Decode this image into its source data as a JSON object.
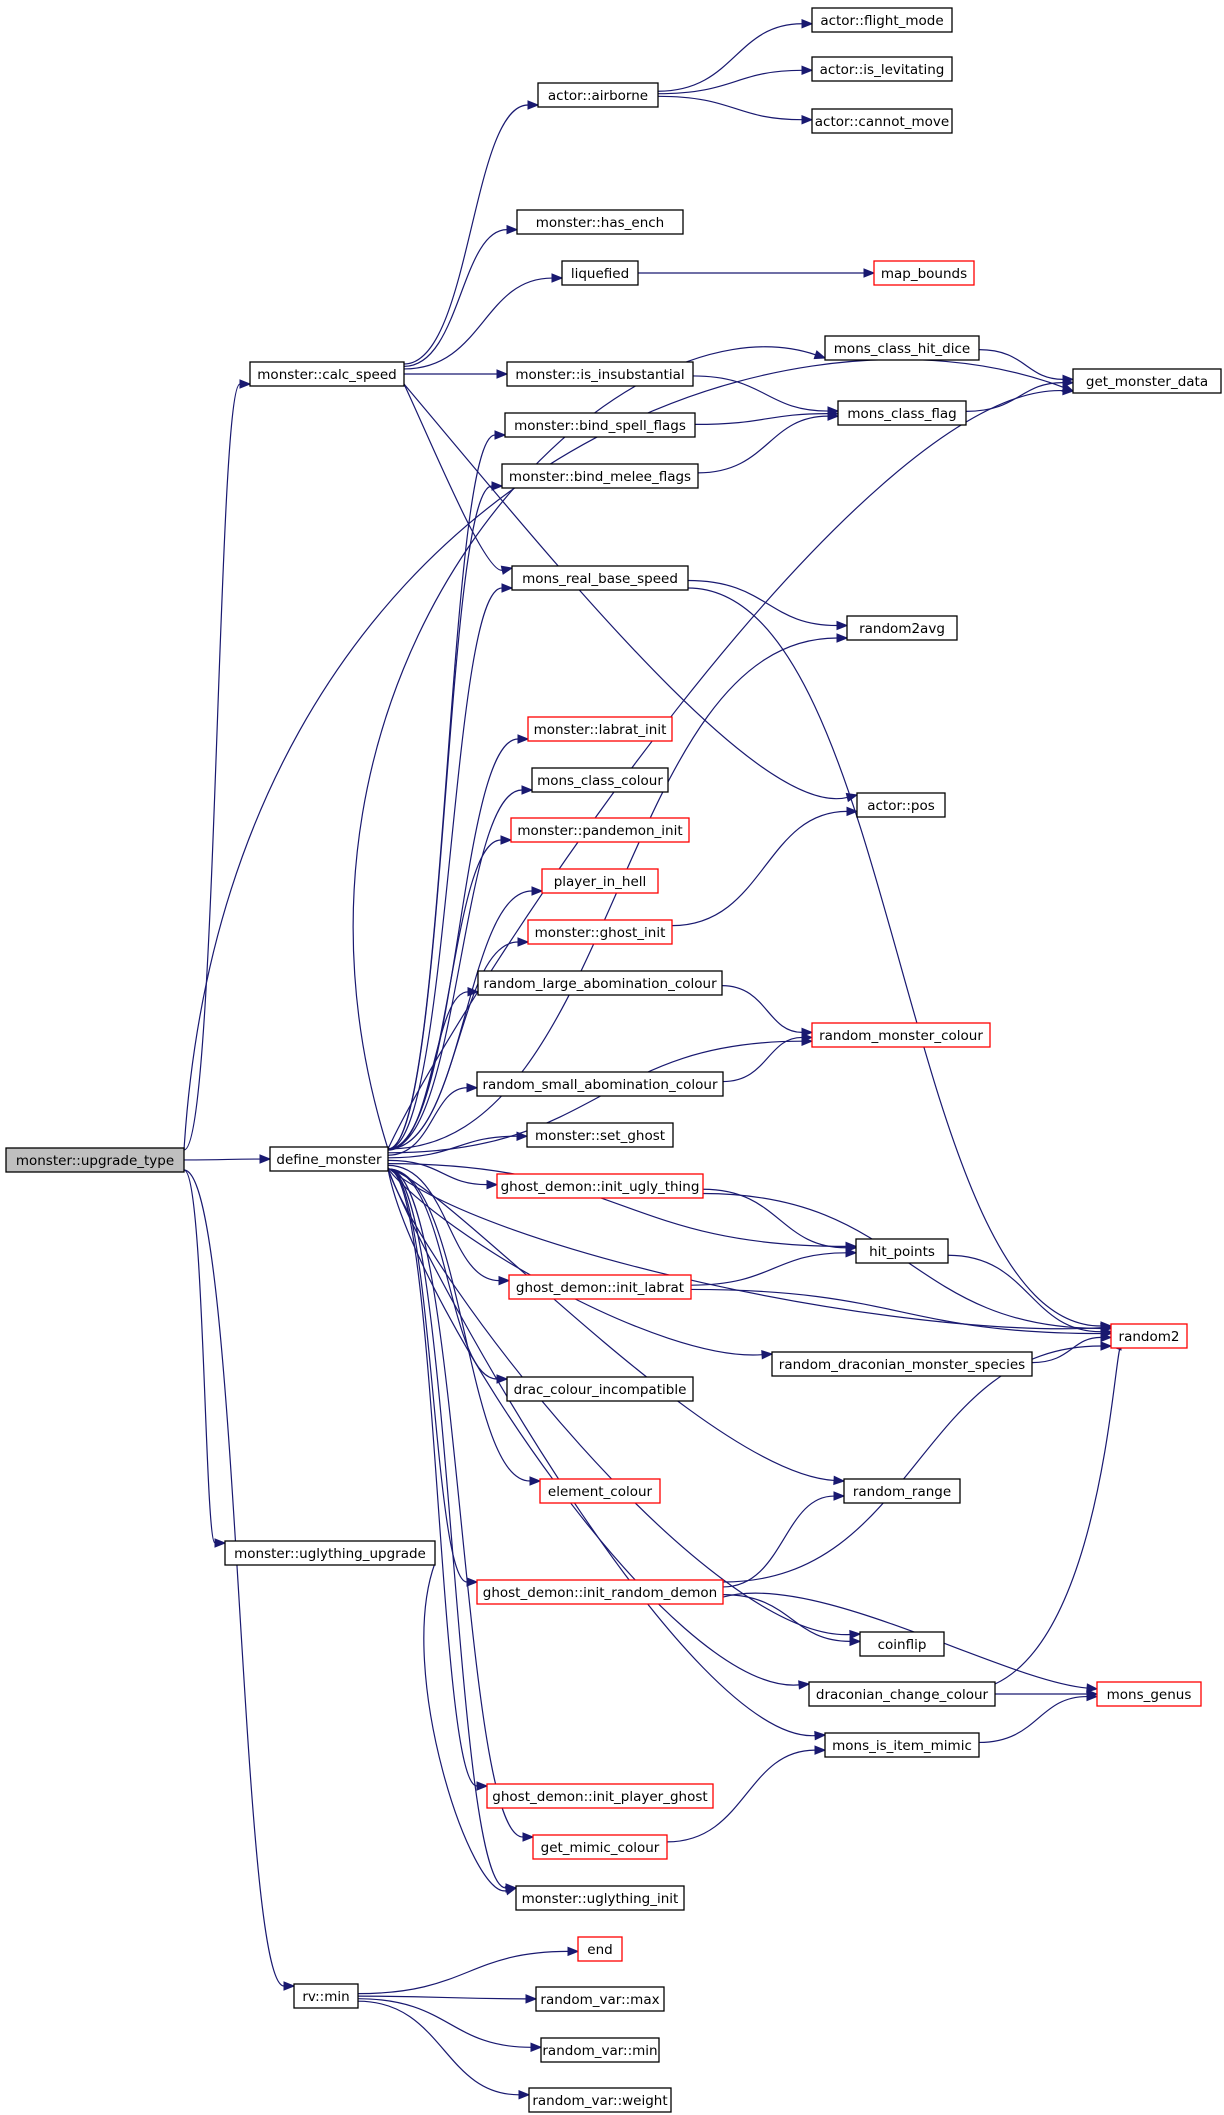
{
  "colors": {
    "edge": "#191970",
    "truncated_border": "#ff0000",
    "node_border": "#000000",
    "root_fill": "#bfbfbf"
  },
  "nodes": {
    "upgrade_type": {
      "label": "monster::upgrade_type",
      "truncated": false,
      "root": true
    },
    "calc_speed": {
      "label": "monster::calc_speed",
      "truncated": false
    },
    "define_monster": {
      "label": "define_monster",
      "truncated": false
    },
    "uglything_upgrade": {
      "label": "monster::uglything_upgrade",
      "truncated": false
    },
    "rv_min": {
      "label": "rv::min",
      "truncated": false
    },
    "airborne": {
      "label": "actor::airborne",
      "truncated": false
    },
    "flight_mode": {
      "label": "actor::flight_mode",
      "truncated": false
    },
    "is_levitating": {
      "label": "actor::is_levitating",
      "truncated": false
    },
    "cannot_move": {
      "label": "actor::cannot_move",
      "truncated": false
    },
    "has_ench": {
      "label": "monster::has_ench",
      "truncated": false
    },
    "liquefied": {
      "label": "liquefied",
      "truncated": false
    },
    "map_bounds": {
      "label": "map_bounds",
      "truncated": true
    },
    "hit_dice": {
      "label": "mons_class_hit_dice",
      "truncated": false
    },
    "get_monster_data": {
      "label": "get_monster_data",
      "truncated": false
    },
    "is_insubstantial": {
      "label": "monster::is_insubstantial",
      "truncated": false
    },
    "class_flag": {
      "label": "mons_class_flag",
      "truncated": false
    },
    "bind_spell": {
      "label": "monster::bind_spell_flags",
      "truncated": false
    },
    "bind_melee": {
      "label": "monster::bind_melee_flags",
      "truncated": false
    },
    "real_base_speed": {
      "label": "mons_real_base_speed",
      "truncated": false
    },
    "random2avg": {
      "label": "random2avg",
      "truncated": false
    },
    "labrat_init": {
      "label": "monster::labrat_init",
      "truncated": true
    },
    "class_colour": {
      "label": "mons_class_colour",
      "truncated": false
    },
    "actor_pos": {
      "label": "actor::pos",
      "truncated": false
    },
    "pandemon_init": {
      "label": "monster::pandemon_init",
      "truncated": true
    },
    "player_in_hell": {
      "label": "player_in_hell",
      "truncated": true
    },
    "ghost_init": {
      "label": "monster::ghost_init",
      "truncated": true
    },
    "large_abom": {
      "label": "random_large_abomination_colour",
      "truncated": false
    },
    "random_monster_colour": {
      "label": "random_monster_colour",
      "truncated": true
    },
    "small_abom": {
      "label": "random_small_abomination_colour",
      "truncated": false
    },
    "set_ghost": {
      "label": "monster::set_ghost",
      "truncated": false
    },
    "init_ugly": {
      "label": "ghost_demon::init_ugly_thing",
      "truncated": true
    },
    "hit_points": {
      "label": "hit_points",
      "truncated": false
    },
    "init_labrat": {
      "label": "ghost_demon::init_labrat",
      "truncated": true
    },
    "random2": {
      "label": "random2",
      "truncated": true
    },
    "draconian_species": {
      "label": "random_draconian_monster_species",
      "truncated": false
    },
    "drac_incompat": {
      "label": "drac_colour_incompatible",
      "truncated": false
    },
    "element_colour": {
      "label": "element_colour",
      "truncated": true
    },
    "random_range": {
      "label": "random_range",
      "truncated": false
    },
    "init_random_demon": {
      "label": "ghost_demon::init_random_demon",
      "truncated": true
    },
    "coinflip": {
      "label": "coinflip",
      "truncated": false
    },
    "drac_change": {
      "label": "draconian_change_colour",
      "truncated": false
    },
    "mons_genus": {
      "label": "mons_genus",
      "truncated": true
    },
    "item_mimic": {
      "label": "mons_is_item_mimic",
      "truncated": false
    },
    "init_player_ghost": {
      "label": "ghost_demon::init_player_ghost",
      "truncated": true
    },
    "get_mimic_colour": {
      "label": "get_mimic_colour",
      "truncated": true
    },
    "uglything_init": {
      "label": "monster::uglything_init",
      "truncated": false
    },
    "end": {
      "label": "end",
      "truncated": true
    },
    "rv_max": {
      "label": "random_var::max",
      "truncated": false
    },
    "rvar_min": {
      "label": "random_var::min",
      "truncated": false
    },
    "rv_weight": {
      "label": "random_var::weight",
      "truncated": false
    }
  },
  "edges": [
    [
      "upgrade_type",
      "calc_speed"
    ],
    [
      "upgrade_type",
      "define_monster"
    ],
    [
      "upgrade_type",
      "uglything_upgrade"
    ],
    [
      "upgrade_type",
      "rv_min"
    ],
    [
      "upgrade_type",
      "get_monster_data"
    ],
    [
      "calc_speed",
      "airborne"
    ],
    [
      "calc_speed",
      "has_ench"
    ],
    [
      "calc_speed",
      "liquefied"
    ],
    [
      "calc_speed",
      "is_insubstantial"
    ],
    [
      "calc_speed",
      "real_base_speed"
    ],
    [
      "calc_speed",
      "actor_pos"
    ],
    [
      "airborne",
      "flight_mode"
    ],
    [
      "airborne",
      "is_levitating"
    ],
    [
      "airborne",
      "cannot_move"
    ],
    [
      "liquefied",
      "map_bounds"
    ],
    [
      "hit_dice",
      "get_monster_data"
    ],
    [
      "is_insubstantial",
      "class_flag"
    ],
    [
      "class_flag",
      "get_monster_data"
    ],
    [
      "bind_spell",
      "class_flag"
    ],
    [
      "bind_melee",
      "class_flag"
    ],
    [
      "real_base_speed",
      "random2avg"
    ],
    [
      "real_base_speed",
      "random2"
    ],
    [
      "ghost_init",
      "actor_pos"
    ],
    [
      "large_abom",
      "random_monster_colour"
    ],
    [
      "small_abom",
      "random_monster_colour"
    ],
    [
      "init_ugly",
      "hit_points"
    ],
    [
      "init_ugly",
      "random2"
    ],
    [
      "hit_points",
      "random2"
    ],
    [
      "init_labrat",
      "hit_points"
    ],
    [
      "init_labrat",
      "random2"
    ],
    [
      "draconian_species",
      "random2"
    ],
    [
      "init_random_demon",
      "random_range"
    ],
    [
      "init_random_demon",
      "random2"
    ],
    [
      "init_random_demon",
      "coinflip"
    ],
    [
      "init_random_demon",
      "mons_genus"
    ],
    [
      "drac_change",
      "random2"
    ],
    [
      "drac_change",
      "mons_genus"
    ],
    [
      "item_mimic",
      "mons_genus"
    ],
    [
      "get_mimic_colour",
      "item_mimic"
    ],
    [
      "define_monster",
      "hit_dice"
    ],
    [
      "define_monster",
      "bind_spell"
    ],
    [
      "define_monster",
      "bind_melee"
    ],
    [
      "define_monster",
      "get_monster_data"
    ],
    [
      "define_monster",
      "real_base_speed"
    ],
    [
      "define_monster",
      "random2avg"
    ],
    [
      "define_monster",
      "labrat_init"
    ],
    [
      "define_monster",
      "class_colour"
    ],
    [
      "define_monster",
      "pandemon_init"
    ],
    [
      "define_monster",
      "player_in_hell"
    ],
    [
      "define_monster",
      "ghost_init"
    ],
    [
      "define_monster",
      "large_abom"
    ],
    [
      "define_monster",
      "random_monster_colour"
    ],
    [
      "define_monster",
      "small_abom"
    ],
    [
      "define_monster",
      "set_ghost"
    ],
    [
      "define_monster",
      "init_ugly"
    ],
    [
      "define_monster",
      "hit_points"
    ],
    [
      "define_monster",
      "init_labrat"
    ],
    [
      "define_monster",
      "draconian_species"
    ],
    [
      "define_monster",
      "drac_incompat"
    ],
    [
      "define_monster",
      "element_colour"
    ],
    [
      "define_monster",
      "random_range"
    ],
    [
      "define_monster",
      "random2"
    ],
    [
      "define_monster",
      "init_random_demon"
    ],
    [
      "define_monster",
      "coinflip"
    ],
    [
      "define_monster",
      "drac_change"
    ],
    [
      "define_monster",
      "item_mimic"
    ],
    [
      "define_monster",
      "init_player_ghost"
    ],
    [
      "define_monster",
      "get_mimic_colour"
    ],
    [
      "define_monster",
      "uglything_init"
    ],
    [
      "uglything_upgrade",
      "uglything_init"
    ],
    [
      "rv_min",
      "end"
    ],
    [
      "rv_min",
      "rv_max"
    ],
    [
      "rv_min",
      "rvar_min"
    ],
    [
      "rv_min",
      "rv_weight"
    ]
  ]
}
